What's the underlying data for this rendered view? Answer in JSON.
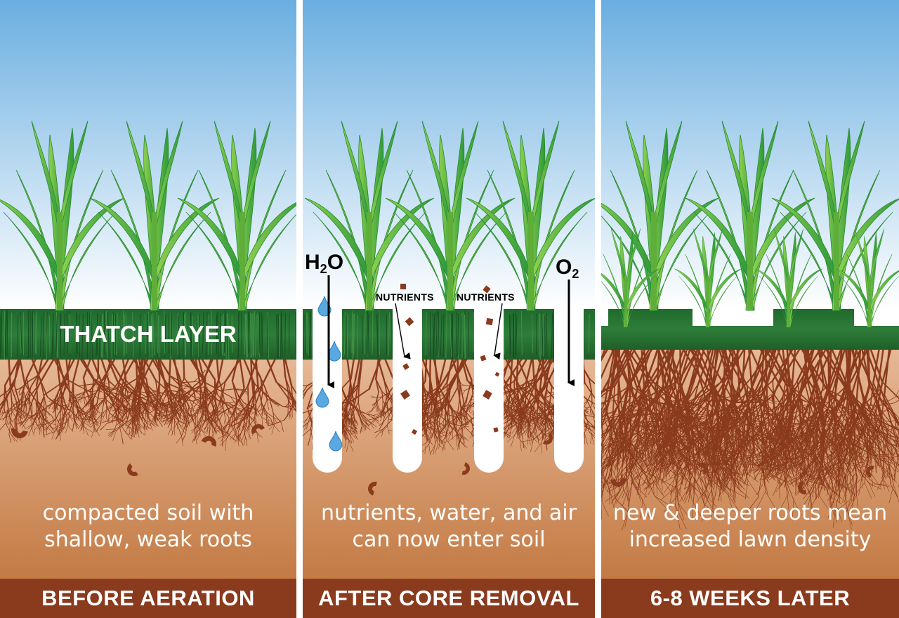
{
  "panels": [
    {
      "caption": [
        "compacted soil with",
        "shallow, weak roots"
      ],
      "footer": "BEFORE AERATION",
      "thatch_label": "THATCH LAYER"
    },
    {
      "caption": [
        "nutrients, water, and air",
        "can now enter soil"
      ],
      "footer": "AFTER CORE REMOVAL",
      "labels": {
        "water_base": "H",
        "water_sub": "2",
        "water_tail": "O",
        "oxygen_base": "O",
        "oxygen_sub": "2",
        "nutrients_left": "NUTRIENTS",
        "nutrients_right": "NUTRIENTS"
      }
    },
    {
      "caption": [
        "new & deeper roots mean",
        "increased lawn density"
      ],
      "footer": "6-8 WEEKS LATER"
    }
  ],
  "colors": {
    "sky_top": "#6aaee0",
    "sky_bottom": "#ffffff",
    "thatch": "#2e7d3a",
    "soil_top": "#e6b896",
    "soil_bottom": "#bd6f35",
    "root": "#8a3a1d",
    "footer": "#8a3a1d",
    "grass_light": "#8fd14f",
    "grass_dark": "#2e9a3a"
  }
}
